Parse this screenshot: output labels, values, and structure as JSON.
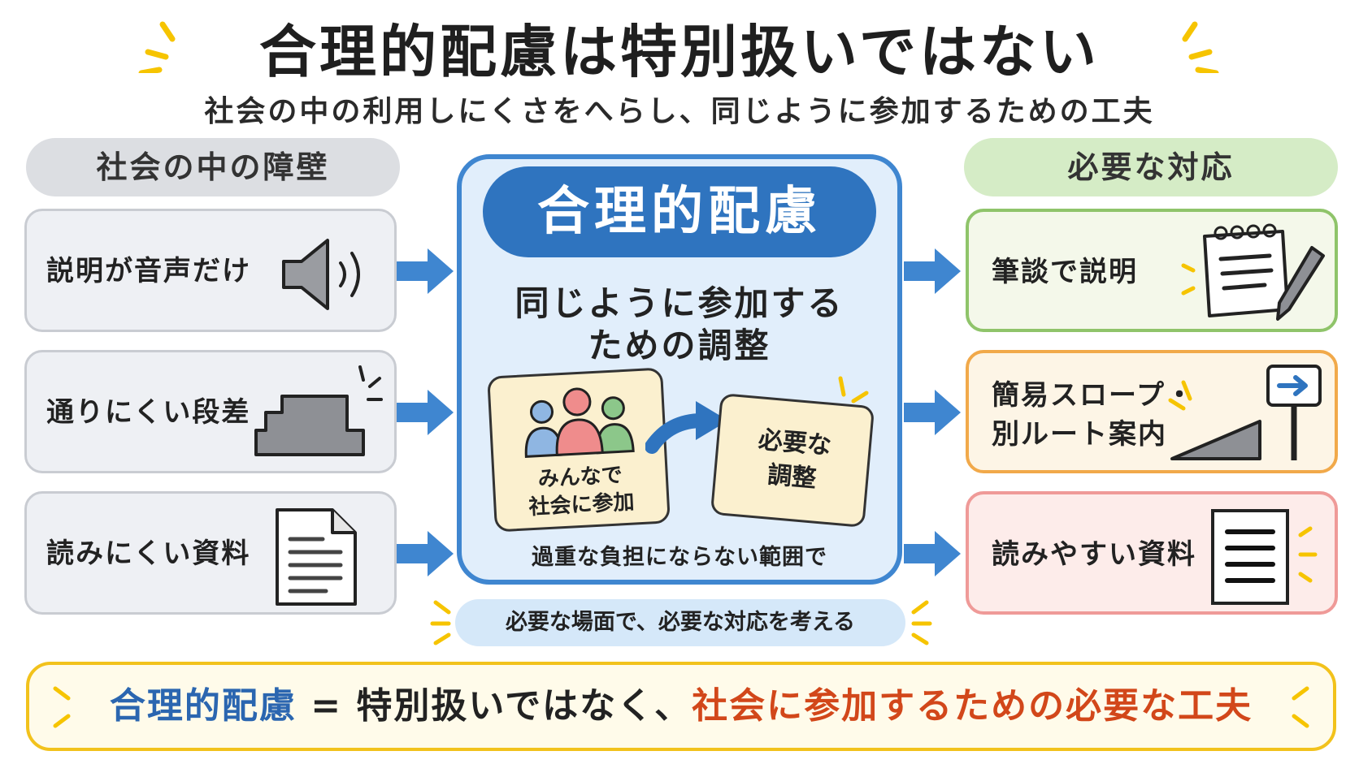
{
  "header": {
    "title": "合理的配慮は特別扱いではない",
    "subtitle": "社会の中の利用しにくさをへらし、同じように参加するための工夫"
  },
  "left": {
    "heading": "社会の中の障壁",
    "items": [
      {
        "label": "説明が音声だけ",
        "icon": "speaker-icon"
      },
      {
        "label": "通りにくい段差",
        "icon": "step-icon"
      },
      {
        "label": "読みにくい資料",
        "icon": "document-icon"
      }
    ]
  },
  "center": {
    "title": "合理的配慮",
    "line1": "同じように参加する",
    "line2": "ための調整",
    "box1": {
      "line1": "みんなで",
      "line2": "社会に参加"
    },
    "box2": {
      "line1": "必要な",
      "line2": "調整"
    },
    "note": "過重な負担にならない範囲で",
    "pill": "必要な場面で、必要な対応を考える"
  },
  "right": {
    "heading": "必要な対応",
    "items": [
      {
        "label": "筆談で説明",
        "icon": "notepad-pen-icon"
      },
      {
        "line1": "簡易スロープ・",
        "line2": "別ルート案内",
        "icon": "ramp-sign-icon"
      },
      {
        "label": "読みやすい資料",
        "icon": "clear-document-icon"
      }
    ]
  },
  "footer": {
    "part1": "合理的配慮",
    "part2": " = 特別扱いではなく、",
    "part3": "社会に参加するための必要な工夫"
  },
  "colors": {
    "blue": "#3f86d0",
    "green": "#8fc46a",
    "orange": "#f1a94a",
    "pink": "#ef9a98",
    "yellow": "#f2c21c",
    "footer_accent": "#d2471a"
  }
}
